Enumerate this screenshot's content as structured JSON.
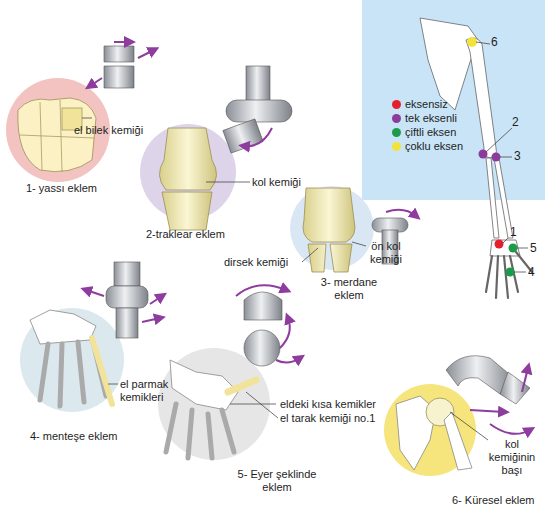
{
  "diagram": {
    "labels": [
      "el bilek kemiği",
      "1- yassı eklem",
      "kol kemiği",
      "2-traklear eklem",
      "dirsek kemiği",
      "ön kol kemiği",
      "3- merdane eklem",
      "el parmak kemikleri",
      "4- menteşe eklem",
      "eldeki kısa kemikler",
      "el tarak kemiği no.1",
      "5- Eyer şeklinde eklem",
      "kol kemiğinin başı",
      "6- Küresel eklem",
      "6",
      "2",
      "3",
      "1",
      "5",
      "4"
    ],
    "legend": [
      {
        "text": "eksensiz",
        "color": "#e3202b"
      },
      {
        "text": "tek eksenli",
        "color": "#8c3a9c"
      },
      {
        "text": "çiftli eksen",
        "color": "#1e9a4c"
      },
      {
        "text": "çoklu eksen",
        "color": "#f3e23c"
      }
    ]
  }
}
